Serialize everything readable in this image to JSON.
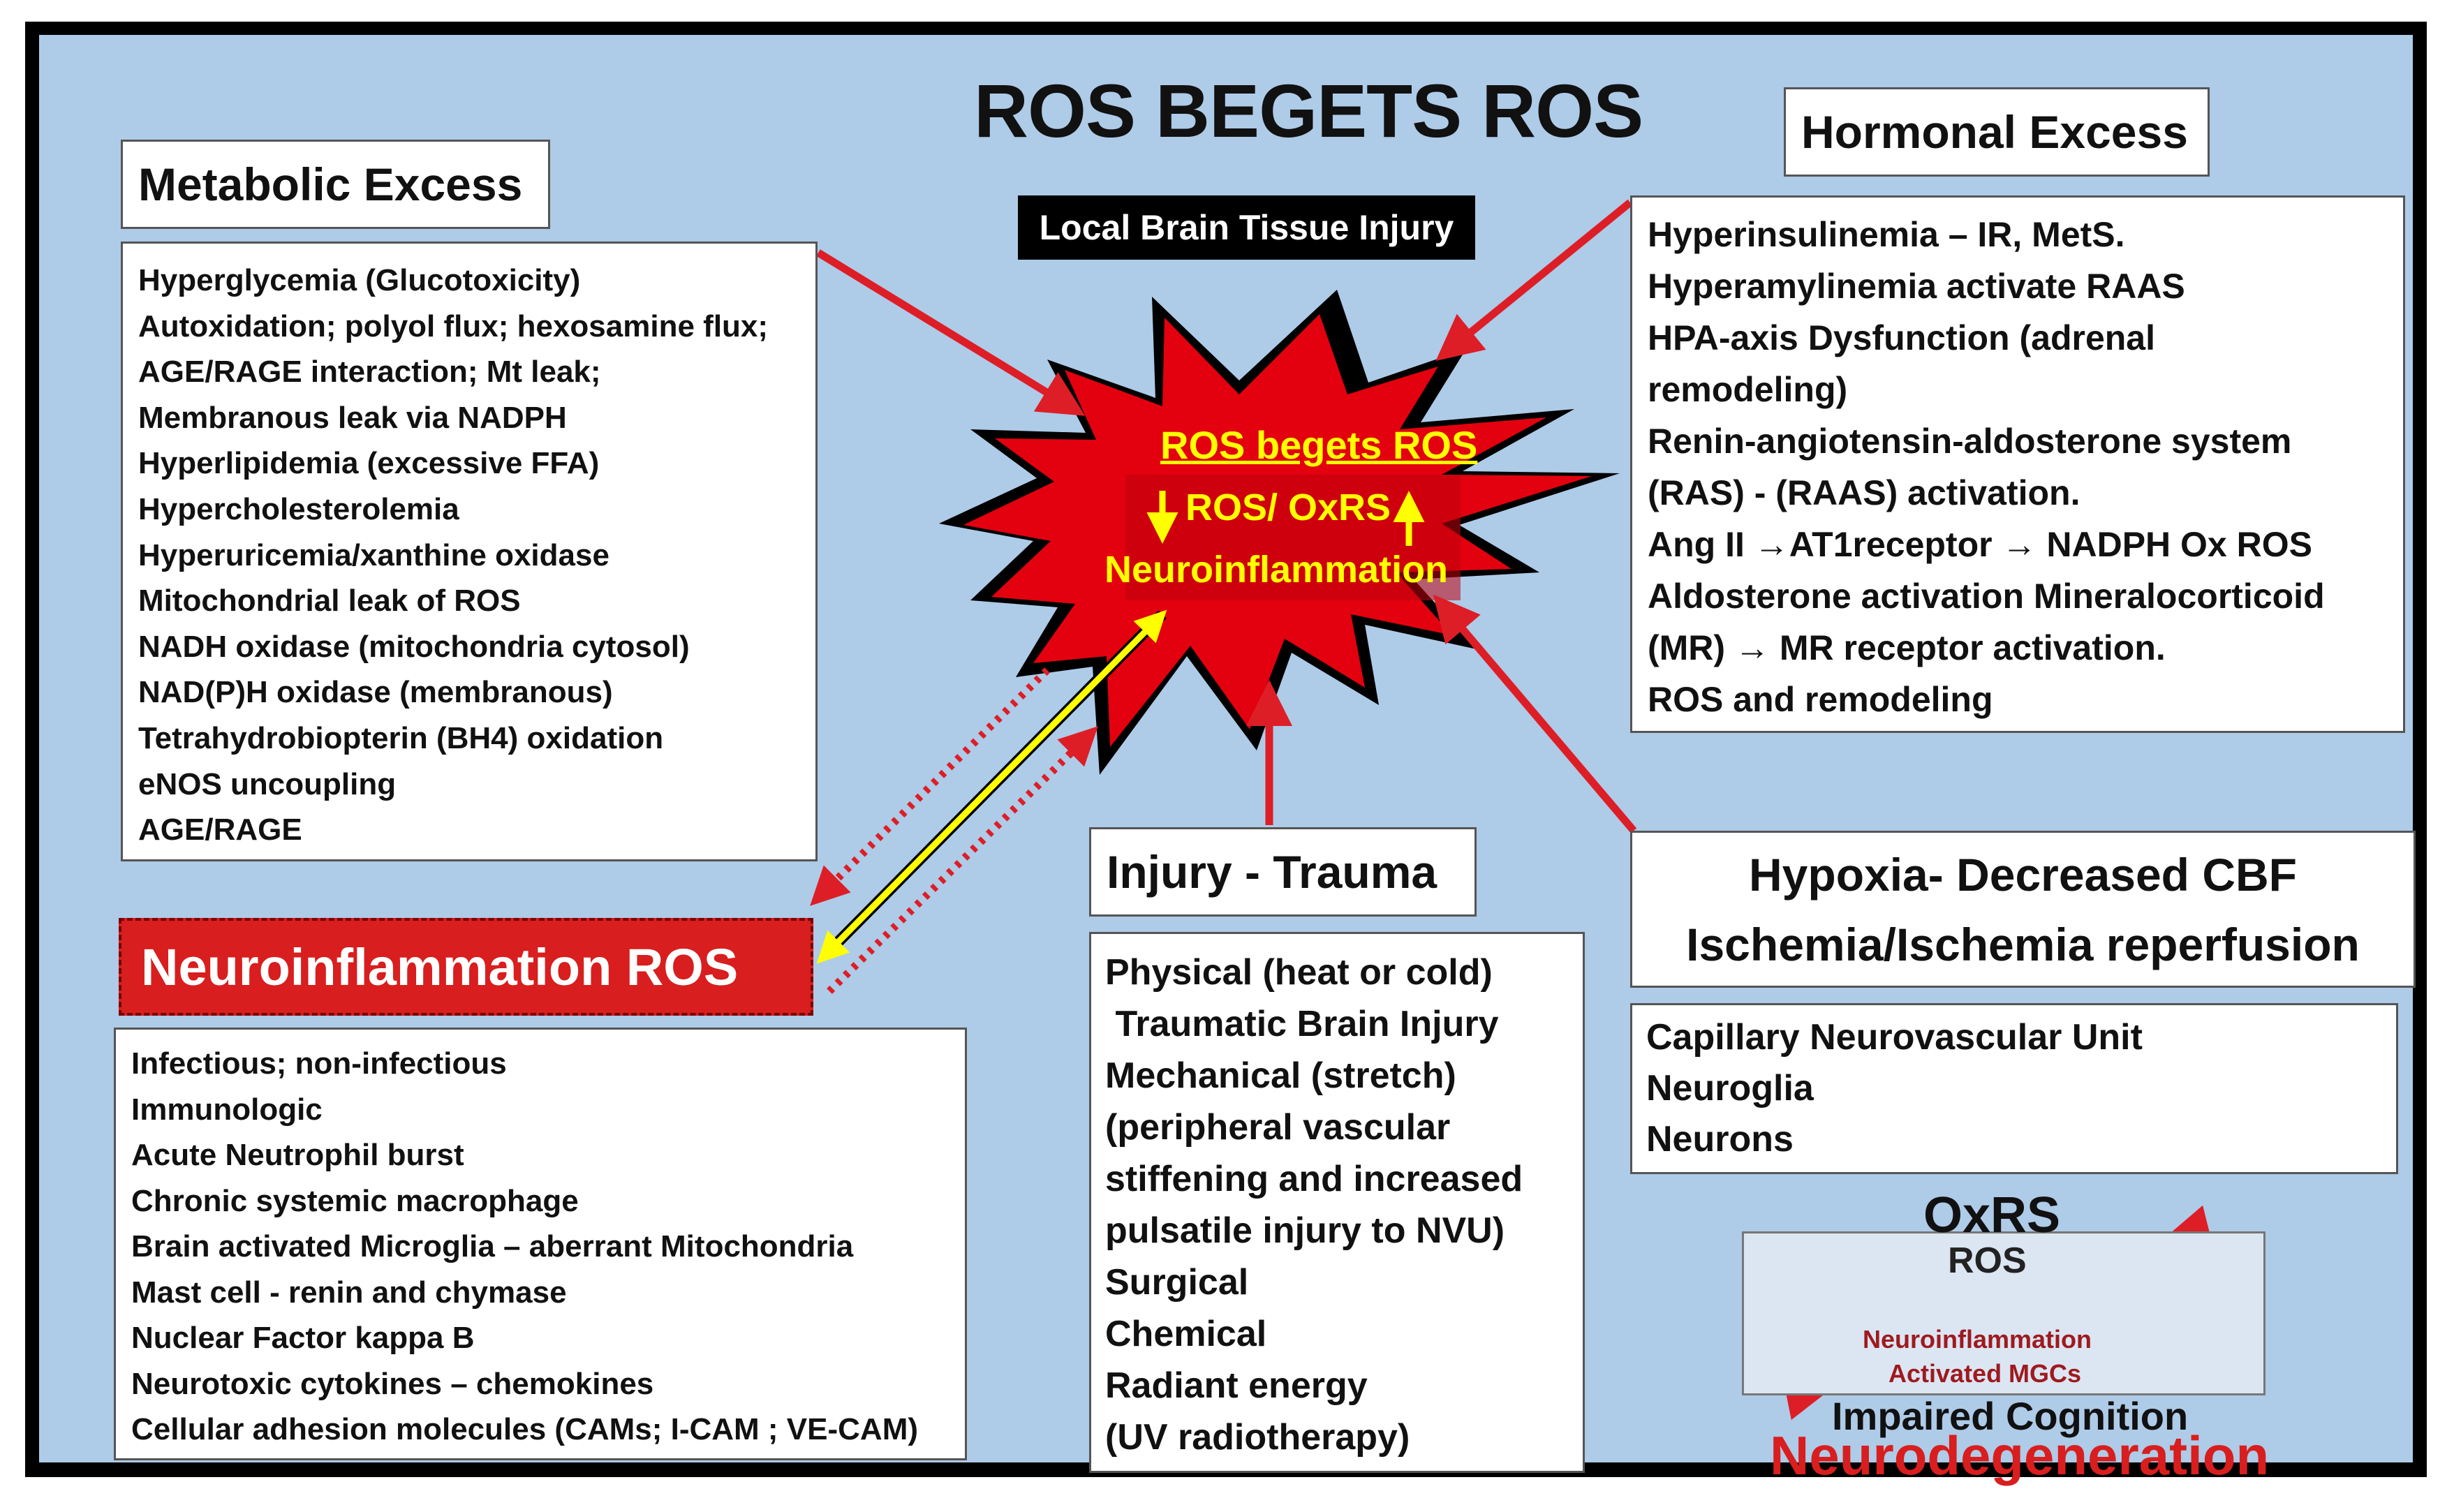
{
  "title": "ROS BEGETS ROS",
  "local_injury_tag": "Local Brain Tissue Injury",
  "burst": {
    "line1": "ROS begets ROS",
    "line2": "ROS/ OxRS",
    "line3": "Neuroinflammation"
  },
  "metabolic": {
    "header": "Metabolic Excess",
    "items": [
      "Hyperglycemia (Glucotoxicity)",
      "Autoxidation; polyol flux; hexosamine flux;",
      "AGE/RAGE interaction; Mt leak;",
      "Membranous leak via NADPH",
      "Hyperlipidemia (excessive FFA)",
      "Hypercholesterolemia",
      "Hyperuricemia/xanthine oxidase",
      "Mitochondrial leak of ROS",
      "NADH oxidase (mitochondria cytosol)",
      "NAD(P)H oxidase (membranous)",
      "Tetrahydrobiopterin (BH4) oxidation",
      "eNOS uncoupling",
      "AGE/RAGE"
    ]
  },
  "hormonal": {
    "header": "Hormonal Excess",
    "items": [
      "Hyperinsulinemia – IR,  MetS.",
      "Hyperamylinemia activate RAAS",
      "HPA-axis Dysfunction  (adrenal",
      "remodeling)",
      "Renin-angiotensin-aldosterone system",
      "(RAS) - (RAAS) activation.",
      "Ang II →AT1receptor → NADPH Ox ROS",
      "Aldosterone activation Mineralocorticoid",
      "(MR) → MR receptor activation.",
      "ROS and remodeling"
    ]
  },
  "neuroinflammation": {
    "header": "Neuroinflammation ROS",
    "items": [
      "Infectious; non-infectious",
      "Immunologic",
      "Acute Neutrophil burst",
      "Chronic systemic macrophage",
      "Brain activated Microglia – aberrant Mitochondria",
      "Mast cell - renin and chymase",
      "Nuclear Factor kappa B",
      "Neurotoxic cytokines – chemokines",
      "Cellular adhesion molecules (CAMs; I-CAM ; VE-CAM)"
    ]
  },
  "injury": {
    "header": "Injury - Trauma",
    "items": [
      "Physical (heat or cold)",
      " Traumatic Brain Injury",
      "Mechanical  (stretch)",
      "(peripheral vascular",
      "stiffening and increased",
      "pulsatile injury to NVU)",
      "Surgical",
      "Chemical",
      "Radiant energy",
      "(UV radiotherapy)"
    ]
  },
  "hypoxia": {
    "header_line1": "Hypoxia- Decreased CBF",
    "header_line2": "Ischemia/Ischemia reperfusion",
    "items": [
      "Capillary Neurovascular Unit",
      "Neuroglia",
      "Neurons"
    ]
  },
  "cycle": {
    "top": "OxRS",
    "ros": "ROS",
    "inner1": "Neuroinflammation",
    "inner2": "Activated MGCs",
    "bottom1": "Impaired Cognition",
    "bottom2": "Neurodegeneration"
  },
  "colors": {
    "background": "#aecbe8",
    "arrow_red": "#dd1e26",
    "burst_red": "#e3000f",
    "highlight_yellow": "#ffff00",
    "neuroinflammation_box": "#d81e1e"
  }
}
